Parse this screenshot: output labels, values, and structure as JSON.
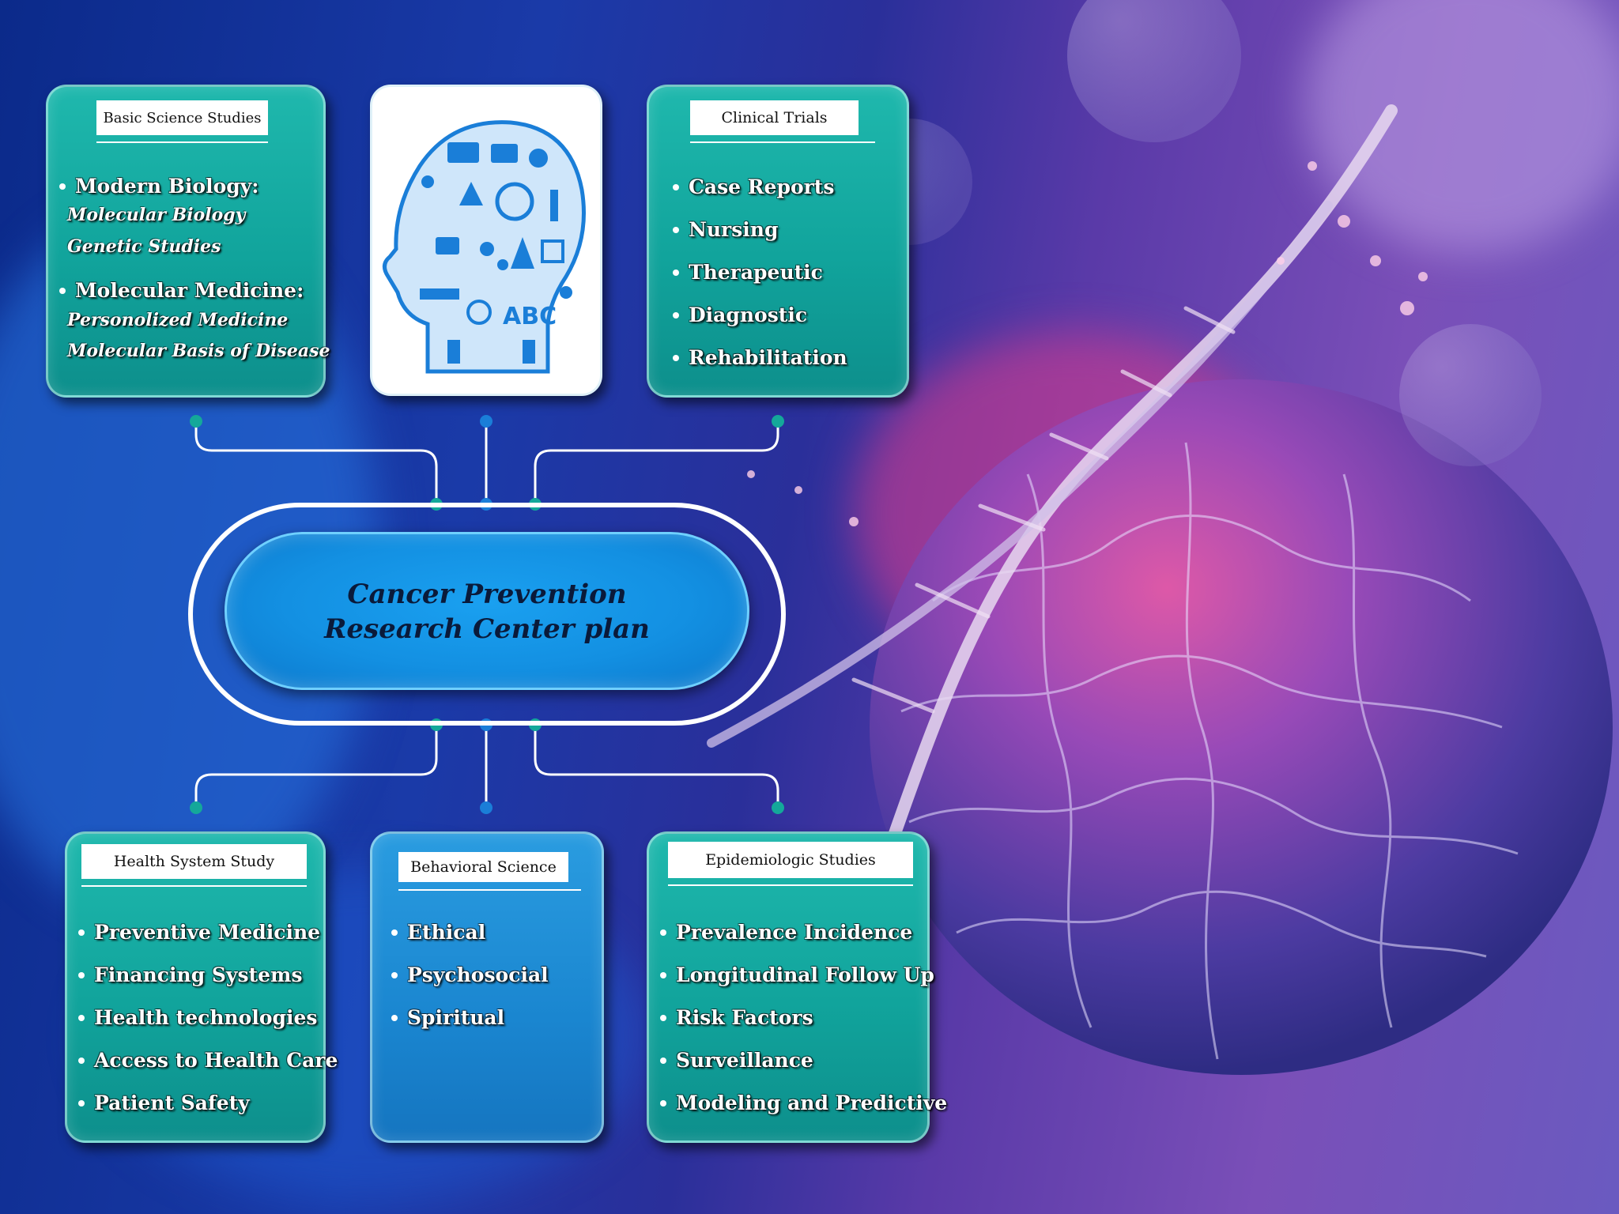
{
  "center": {
    "line1": "Cancer Prevention",
    "line2": "Research Center plan"
  },
  "basic_science": {
    "title": "Basic Science Studies",
    "group1": "Modern Biology:",
    "group1_sub": [
      "Molecular Biology",
      "Genetic Studies"
    ],
    "group2": "Molecular Medicine:",
    "group2_sub": [
      "Personolized Medicine",
      "Molecular Basis of Disease"
    ]
  },
  "clinical_trials": {
    "title": "Clinical Trials",
    "items": [
      "Case Reports",
      "Nursing",
      "Therapeutic",
      "Diagnostic",
      "Rehabilitation"
    ]
  },
  "health_system": {
    "title": "Health System Study",
    "items": [
      "Preventive Medicine",
      "Financing Systems",
      "Health technologies",
      "Access to Health Care",
      "Patient Safety"
    ]
  },
  "behavioral": {
    "title": "Behavioral Science",
    "items": [
      "Ethical",
      "Psychosocial",
      "Spiritual"
    ]
  },
  "epidemiologic": {
    "title": "Epidemiologic Studies",
    "items": [
      "Prevalence Incidence",
      "Longitudinal Follow Up",
      "Risk Factors",
      "Surveillance",
      "Modeling and Predictive"
    ]
  },
  "icons": {
    "head": "head-with-science-icons",
    "cell": "cancer-cell-illustration",
    "dna": "dna-helix-illustration"
  },
  "colors": {
    "teal": "#11a49c",
    "blue": "#1a86d0",
    "accent": "#1390e2",
    "node_teal": "#14a89a",
    "node_blue": "#1a7ed8"
  }
}
